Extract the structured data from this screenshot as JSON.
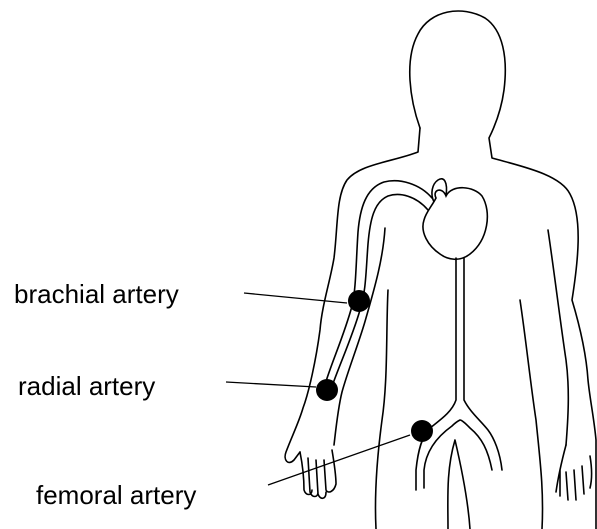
{
  "labels": {
    "brachial": "brachial artery",
    "radial": "radial artery",
    "femoral": "femoral artery"
  },
  "colors": {
    "outline": "#000000",
    "pulse_point": "#000000",
    "background": "#ffffff"
  }
}
